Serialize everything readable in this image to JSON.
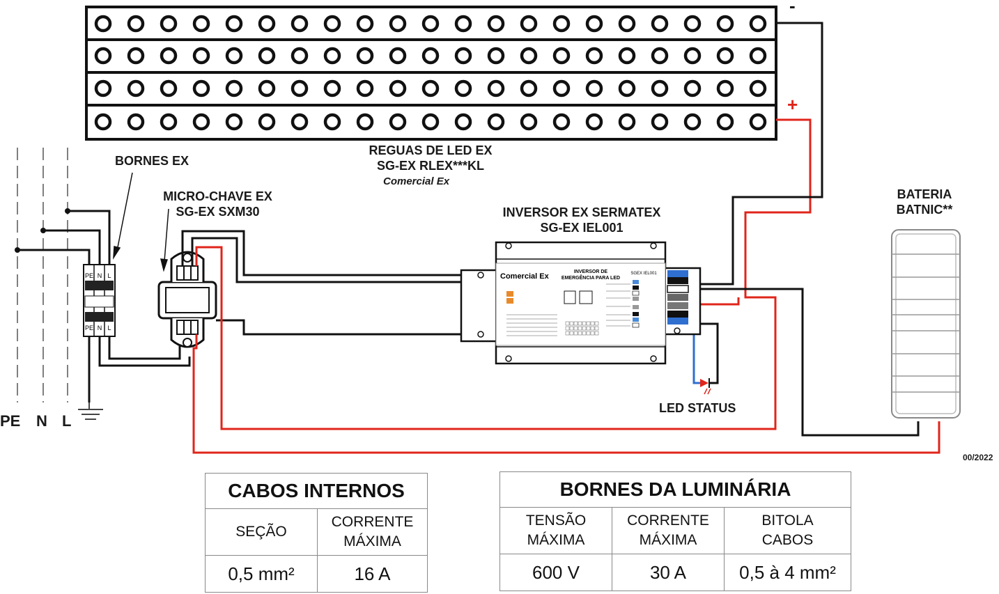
{
  "diagram": {
    "led_strip": {
      "name_line1": "REGUAS DE LED EX",
      "name_line2": "SG-EX RLEX***KL",
      "brand": "Comercial Ex",
      "minus_sign": "-",
      "plus_sign": "+"
    },
    "terminals": {
      "name": "BORNES EX",
      "slot_labels": [
        "PE",
        "N",
        "L"
      ]
    },
    "micro_switch": {
      "name_line1": "MICRO-CHAVE EX",
      "name_line2": "SG-EX SXM30"
    },
    "inverter": {
      "name_line1": "INVERSOR EX SERMATEX",
      "name_line2": "SG-EX IEL001",
      "brand": "Comercial Ex",
      "label_title": "INVERSOR DE EMERGÊNCIA PARA LED",
      "model_code": "SGEX IEL001"
    },
    "battery": {
      "name_line1": "BATERIA",
      "name_line2": "BATNIC**"
    },
    "led_status": "LED STATUS",
    "mains": [
      "PE",
      "N",
      "L"
    ],
    "revision": "00/2022"
  },
  "cabos_internos": {
    "title": "CABOS INTERNOS",
    "col1_header": "SEÇÃO",
    "col2_header": "CORRENTE MÁXIMA",
    "col1_value": "0,5 mm²",
    "col2_value": "16 A"
  },
  "bornes_luminaria": {
    "title": "BORNES DA LUMINÁRIA",
    "col1_header": "TENSÃO MÁXIMA",
    "col2_header": "CORRENTE MÁXIMA",
    "col3_header": "BITOLA CABOS",
    "col1_value": "600 V",
    "col2_value": "30 A",
    "col3_value": "0,5 à 4 mm²"
  },
  "colors": {
    "wire_black": "#111111",
    "wire_red": "#e0251b",
    "wire_blue": "#2f6fd0",
    "led_status_red": "#e0251b"
  }
}
